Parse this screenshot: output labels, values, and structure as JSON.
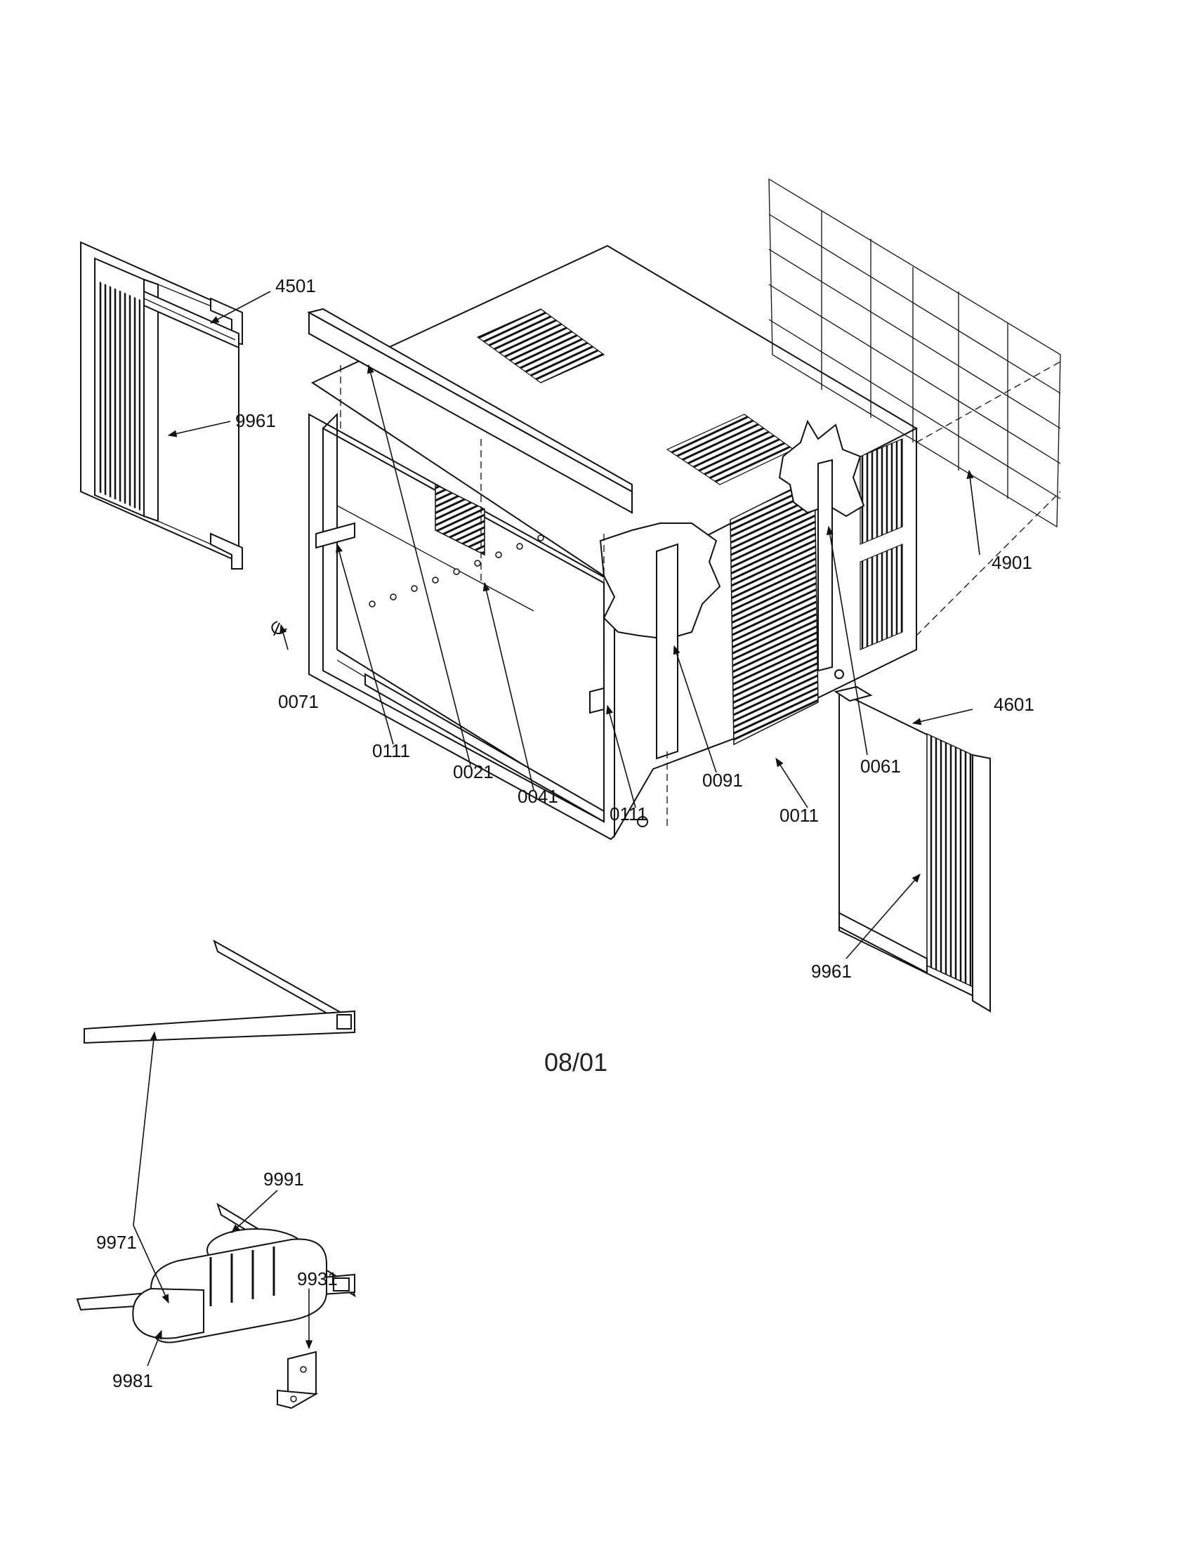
{
  "diagram": {
    "date_code": "08/01",
    "part_labels": {
      "p4501": "4501",
      "p9961_left": "9961",
      "p4901": "4901",
      "p0071": "0071",
      "p0111_left": "0111",
      "p0021": "0021",
      "p0041": "0041",
      "p0111_right": "0111",
      "p0091": "0091",
      "p0011": "0011",
      "p0061": "0061",
      "p4601": "4601",
      "p9961_right": "9961",
      "p9991": "9991",
      "p9971": "9971",
      "p9931": "9931",
      "p9981": "9981"
    }
  }
}
